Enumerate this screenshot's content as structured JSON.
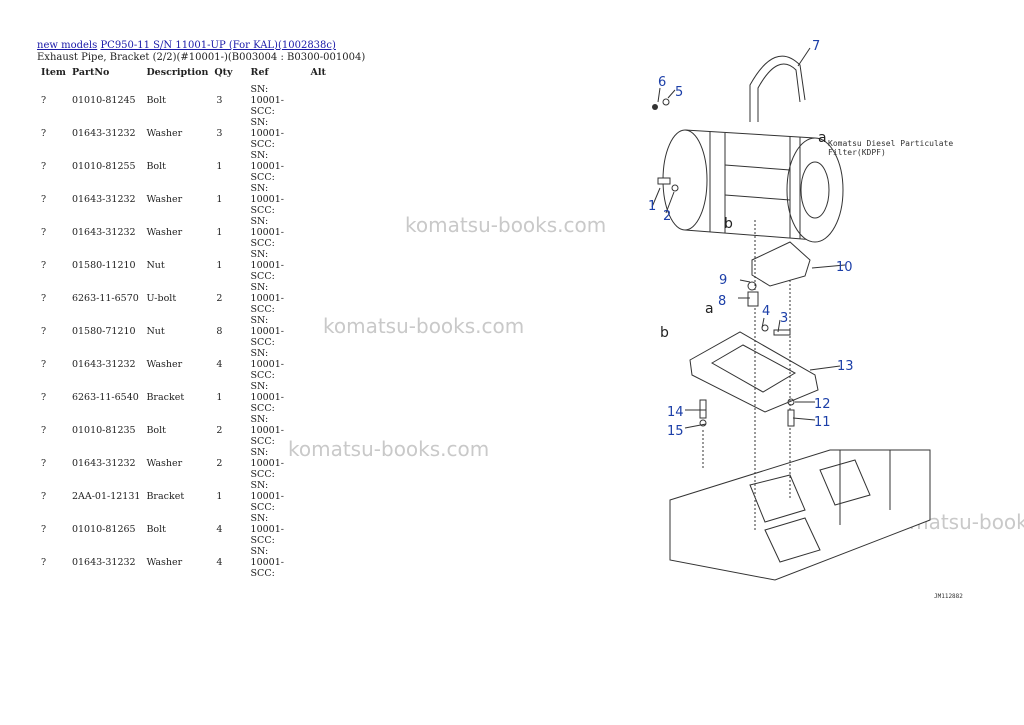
{
  "breadcrumb": {
    "link1": "new models",
    "link2": "PC950-11 S/N 11001-UP (For KAL)(1002838c)"
  },
  "subtitle": "Exhaust Pipe, Bracket (2/2)(#10001-)(B003004 : B0300-001004)",
  "table": {
    "headers": {
      "item": "Item",
      "partno": "PartNo",
      "description": "Description",
      "qty": "Qty",
      "ref": "Ref",
      "alt": "Alt"
    },
    "rows": [
      {
        "item": "?",
        "partno": "01010-81245",
        "description": "Bolt",
        "qty": "3",
        "ref": "SN: 10001-SCC:",
        "alt": ""
      },
      {
        "item": "?",
        "partno": "01643-31232",
        "description": "Washer",
        "qty": "3",
        "ref": "SN: 10001-SCC:",
        "alt": ""
      },
      {
        "item": "?",
        "partno": "01010-81255",
        "description": "Bolt",
        "qty": "1",
        "ref": "SN: 10001-SCC:",
        "alt": ""
      },
      {
        "item": "?",
        "partno": "01643-31232",
        "description": "Washer",
        "qty": "1",
        "ref": "SN: 10001-SCC:",
        "alt": ""
      },
      {
        "item": "?",
        "partno": "01643-31232",
        "description": "Washer",
        "qty": "1",
        "ref": "SN: 10001-SCC:",
        "alt": ""
      },
      {
        "item": "?",
        "partno": "01580-11210",
        "description": "Nut",
        "qty": "1",
        "ref": "SN: 10001-SCC:",
        "alt": ""
      },
      {
        "item": "?",
        "partno": "6263-11-6570",
        "description": "U-bolt",
        "qty": "2",
        "ref": "SN: 10001-SCC:",
        "alt": ""
      },
      {
        "item": "?",
        "partno": "01580-71210",
        "description": "Nut",
        "qty": "8",
        "ref": "SN: 10001-SCC:",
        "alt": ""
      },
      {
        "item": "?",
        "partno": "01643-31232",
        "description": "Washer",
        "qty": "4",
        "ref": "SN: 10001-SCC:",
        "alt": ""
      },
      {
        "item": "?",
        "partno": "6263-11-6540",
        "description": "Bracket",
        "qty": "1",
        "ref": "SN: 10001-SCC:",
        "alt": ""
      },
      {
        "item": "?",
        "partno": "01010-81235",
        "description": "Bolt",
        "qty": "2",
        "ref": "SN: 10001-SCC:",
        "alt": ""
      },
      {
        "item": "?",
        "partno": "01643-31232",
        "description": "Washer",
        "qty": "2",
        "ref": "SN: 10001-SCC:",
        "alt": ""
      },
      {
        "item": "?",
        "partno": "2AA-01-12131",
        "description": "Bracket",
        "qty": "1",
        "ref": "SN: 10001-SCC:",
        "alt": ""
      },
      {
        "item": "?",
        "partno": "01010-81265",
        "description": "Bolt",
        "qty": "4",
        "ref": "SN: 10001-SCC:",
        "alt": ""
      },
      {
        "item": "?",
        "partno": "01643-31232",
        "description": "Washer",
        "qty": "4",
        "ref": "SN: 10001-SCC:",
        "alt": ""
      }
    ]
  },
  "watermark": "komatsu-books.com",
  "diagram": {
    "callouts": [
      "1",
      "2",
      "3",
      "4",
      "5",
      "6",
      "7",
      "8",
      "9",
      "10",
      "11",
      "12",
      "13",
      "14",
      "15"
    ],
    "letter_a": "a",
    "letter_b": "b",
    "note_line1": "Komatsu Diesel Particulate",
    "note_line2": "Filter(KDPF)",
    "code": "JM112882"
  },
  "colors": {
    "link": "#1a1aa8",
    "callout": "#1c3fa8",
    "watermark": "#c9c9c9"
  }
}
